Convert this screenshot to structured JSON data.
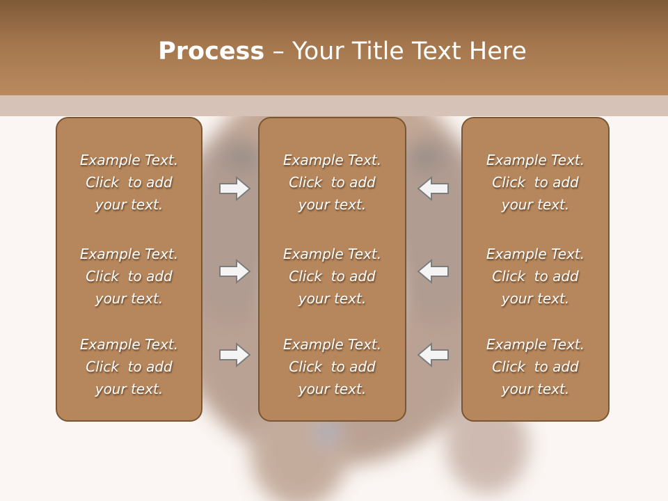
{
  "slide": {
    "title_bold": "Process",
    "title_dash": " – ",
    "title_rest": "Your Title Text Here"
  },
  "columns": [
    {
      "items": [
        {
          "line1": "Example Text.",
          "line2": "Click  to add",
          "line3": "your text."
        },
        {
          "line1": "Example Text.",
          "line2": "Click  to add",
          "line3": "your text."
        },
        {
          "line1": "Example Text.",
          "line2": "Click  to add",
          "line3": "your text."
        }
      ]
    },
    {
      "items": [
        {
          "line1": "Example Text.",
          "line2": "Click  to add",
          "line3": "your text."
        },
        {
          "line1": "Example Text.",
          "line2": "Click  to add",
          "line3": "your text."
        },
        {
          "line1": "Example Text.",
          "line2": "Click  to add",
          "line3": "your text."
        }
      ]
    },
    {
      "items": [
        {
          "line1": "Example Text.",
          "line2": "Click  to add",
          "line3": "your text."
        },
        {
          "line1": "Example Text.",
          "line2": "Click  to add",
          "line3": "your text."
        },
        {
          "line1": "Example Text.",
          "line2": "Click  to add",
          "line3": "your text."
        }
      ]
    }
  ],
  "arrows": {
    "left_group": "arrow-right-icon",
    "right_group": "arrow-left-icon"
  },
  "colors": {
    "header_top": "#7e5a38",
    "header_bottom": "#b98a5e",
    "band": "#d6c2b6",
    "box_fill": "#b6875d",
    "box_border": "#7a5532",
    "background": "#fbf6f3"
  }
}
